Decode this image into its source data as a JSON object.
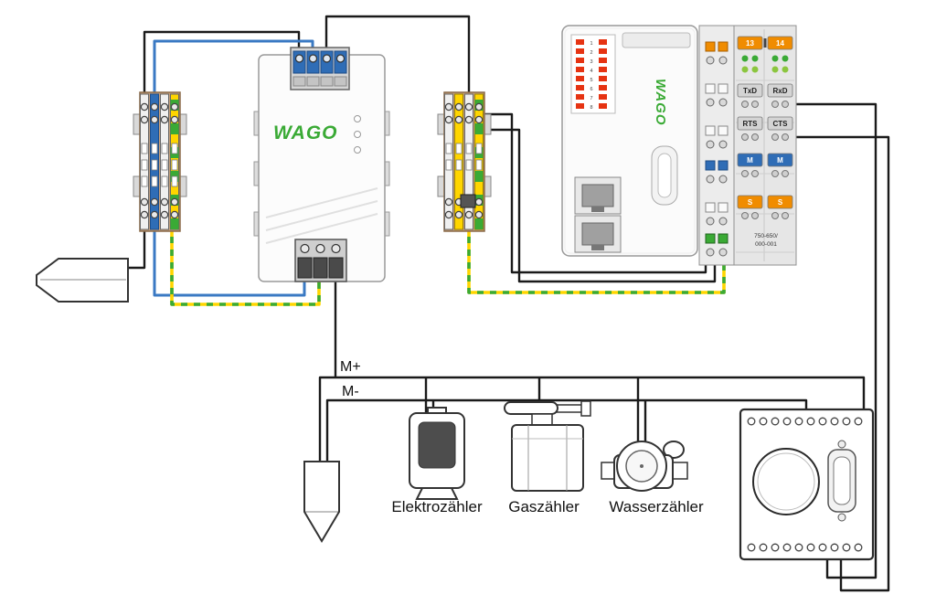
{
  "colors": {
    "wago_green": "#3aaa35",
    "wire_black": "#1a1a1a",
    "wire_blue": "#3a79c3",
    "ground_yellow": "#ffd500",
    "ground_green": "#3aaa35",
    "terminal_blue": "#2f6db6",
    "terminal_yellow": "#ffd500",
    "chip_orange": "#f08c00",
    "chip_blue": "#2f6db6"
  },
  "power_supply": {
    "logo": "WAGO"
  },
  "controller": {
    "logo": "WAGO",
    "dip_numbers": [
      "1",
      "2",
      "3",
      "4",
      "5",
      "6",
      "7",
      "8"
    ]
  },
  "io_stack": {
    "chip_rows": [
      {
        "left": "13",
        "right": "14"
      },
      {
        "left": "TxD",
        "right": "RxD"
      },
      {
        "left": "RTS",
        "right": "CTS"
      },
      {
        "left": "M",
        "right": "M"
      },
      {
        "left": "S",
        "right": "S"
      }
    ],
    "part_number_line1": "750-650/",
    "part_number_line2": "000-001"
  },
  "bus": {
    "positive_label": "M+",
    "negative_label": "M-"
  },
  "meters": [
    {
      "label": "Elektrozähler"
    },
    {
      "label": "Gaszähler"
    },
    {
      "label": "Wasserzähler"
    }
  ]
}
